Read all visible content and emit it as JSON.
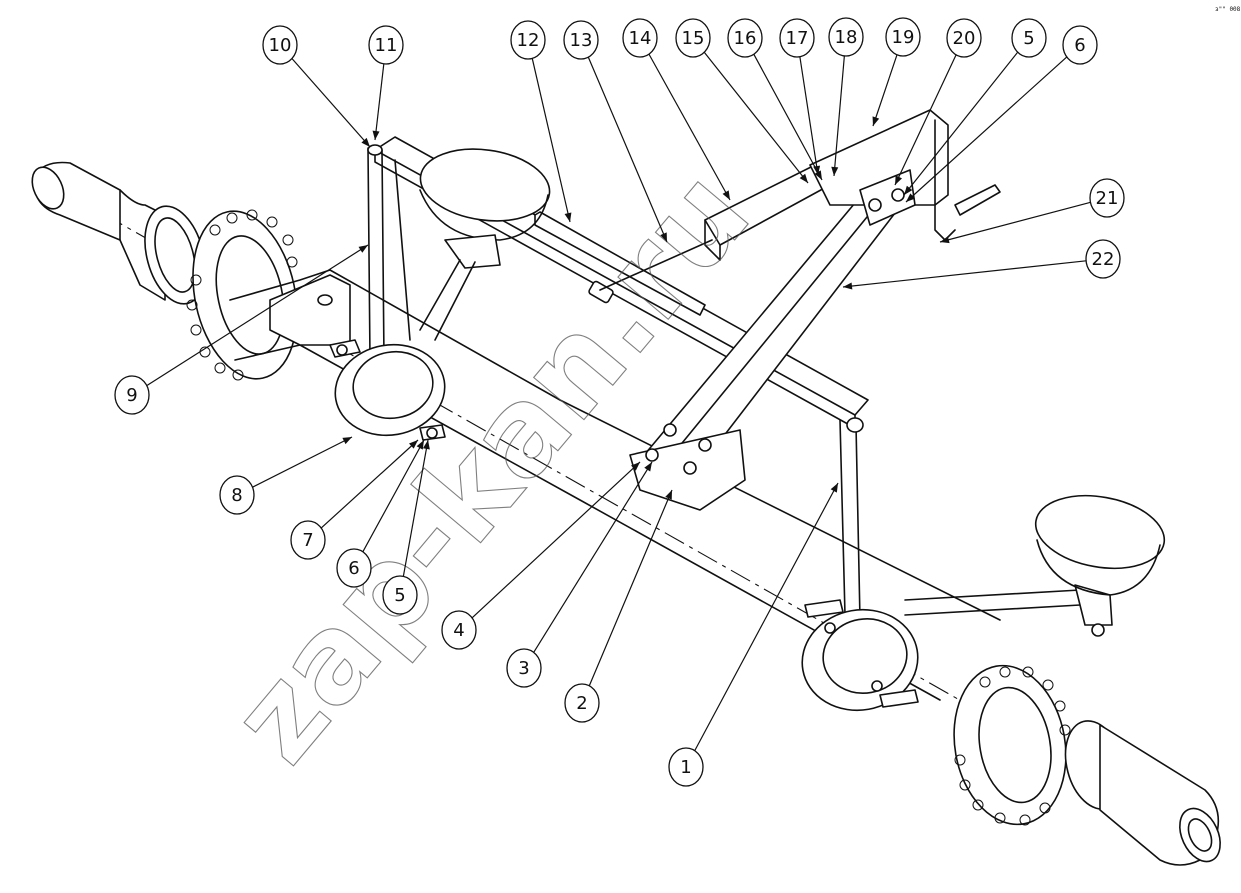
{
  "diagram": {
    "watermark": "zap-kan.ru",
    "corner_note": "з\"\" 008",
    "callouts": [
      "1",
      "2",
      "3",
      "4",
      "5",
      "6",
      "7",
      "8",
      "9",
      "10",
      "11",
      "12",
      "13",
      "14",
      "15",
      "16",
      "17",
      "18",
      "19",
      "20",
      "5",
      "6",
      "21",
      "22"
    ]
  },
  "colors": {
    "line": "#111111",
    "background": "#ffffff",
    "watermark": "#555555"
  }
}
